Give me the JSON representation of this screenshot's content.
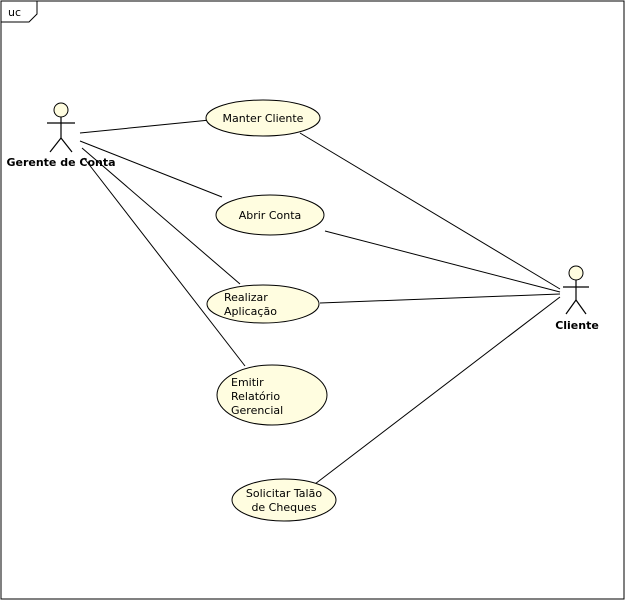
{
  "frame": {
    "tag": "uc"
  },
  "actors": {
    "manager": {
      "label": "Gerente de Conta"
    },
    "client": {
      "label": "Cliente"
    }
  },
  "use_cases": {
    "manter_cliente": {
      "lines": [
        "Manter Cliente"
      ]
    },
    "abrir_conta": {
      "lines": [
        "Abrir Conta"
      ]
    },
    "realizar_aplicacao": {
      "lines": [
        "Realizar",
        "Aplicação"
      ]
    },
    "emitir_relatorio": {
      "lines": [
        "Emitir",
        "Relatório",
        "Gerencial"
      ]
    },
    "solicitar_talao": {
      "lines": [
        "Solicitar Talão",
        "de Cheques"
      ]
    }
  },
  "colors": {
    "usecase_fill": "#fffde0",
    "line": "#000000",
    "actor_head_fill": "#fffde0",
    "frame_border": "#000000"
  }
}
